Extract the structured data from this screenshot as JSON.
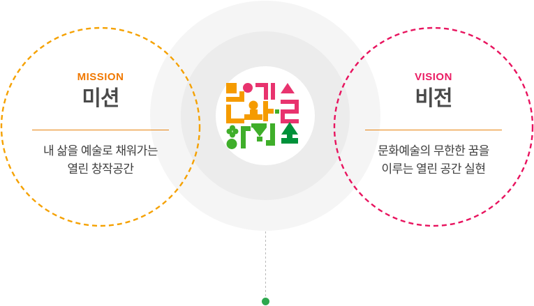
{
  "mission": {
    "label": "MISSION",
    "title": "미션",
    "description": "내 삶을 예술로 채워가는\n열린 창작공간"
  },
  "vision": {
    "label": "VISION",
    "title": "비전",
    "description": "문화예술의 무한한 꿈을\n이루는 열린 공간 실현"
  },
  "center": {
    "logo_name": "culture-arts-creation-space-logo"
  },
  "colors": {
    "dash-orange": "#F5A100",
    "dash-pink": "#E8135E",
    "label-orange": "#F07800",
    "label-pink": "#EA1C63",
    "divider-orange": "#E8820C",
    "heading-gray": "#4A4A4A",
    "text-gray": "#3D3D3D",
    "logo-orange": "#F59B00",
    "logo-pink": "#E8336E",
    "logo-green": "#3FAE2A",
    "logo-dark-green": "#00913A",
    "connector-dot-green": "#2EA84E",
    "bg-circle-outer": "#F5F5F5",
    "bg-circle-ring": "#ECECEC"
  }
}
